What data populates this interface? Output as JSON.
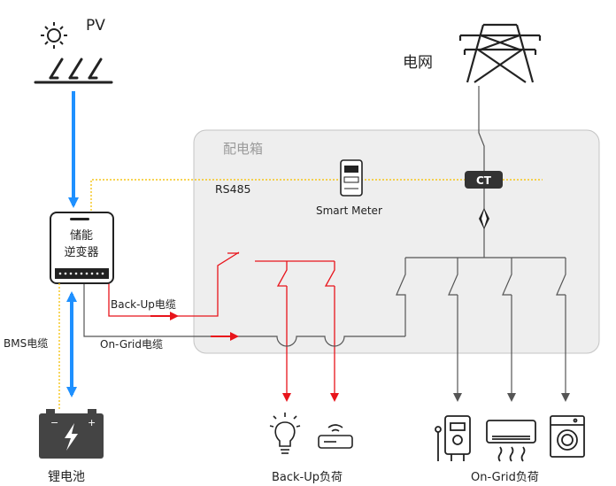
{
  "labels": {
    "pv": "PV",
    "grid": "电网",
    "box": "配电箱",
    "rs485": "RS485",
    "meter": "Smart Meter",
    "ct": "CT",
    "inverter_line1": "储能",
    "inverter_line2": "逆变器",
    "backup_cable": "Back-Up电缆",
    "ongrid_cable": "On-Grid电缆",
    "bms_cable": "BMS电缆",
    "battery": "锂电池",
    "backup_load": "Back-Up负荷",
    "ongrid_load": "On-Grid负荷"
  },
  "colors": {
    "pv_flow": "#1e90ff",
    "backup": "#e8141b",
    "ongrid": "#555555",
    "comm": "#f5c518",
    "box_fill": "#eeeeee",
    "box_stroke": "#bdbdbd",
    "icon": "#222222"
  },
  "icons": [
    "sun-icon",
    "solar-panel-icon",
    "grid-tower-icon",
    "smart-meter-icon",
    "ct-icon",
    "inverter-icon",
    "battery-icon",
    "bulb-icon",
    "router-icon",
    "water-heater-icon",
    "air-conditioner-icon",
    "washing-machine-icon"
  ]
}
